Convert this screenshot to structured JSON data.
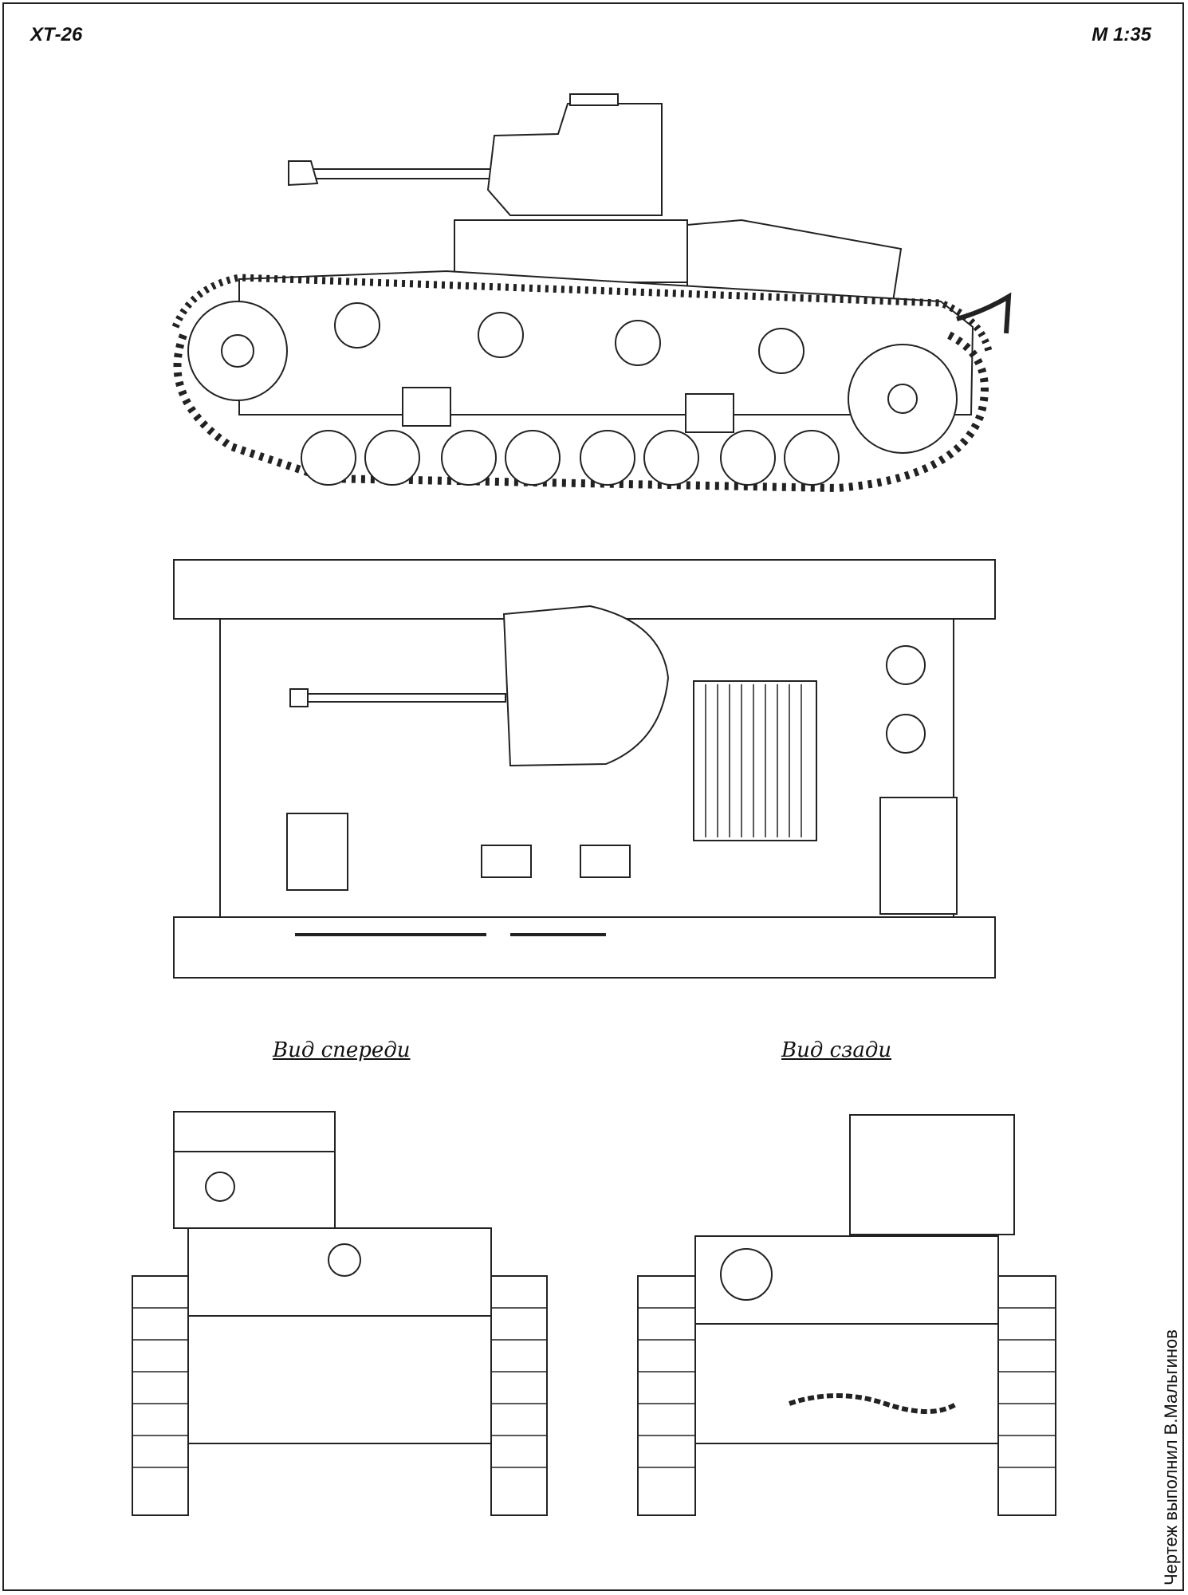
{
  "header": {
    "title": "ХТ-26",
    "scale": "M 1:35"
  },
  "views": {
    "front_label": "Вид спереди",
    "rear_label": "Вид сзади"
  },
  "credit": "Чертеж выполнил В.Мальгинов"
}
